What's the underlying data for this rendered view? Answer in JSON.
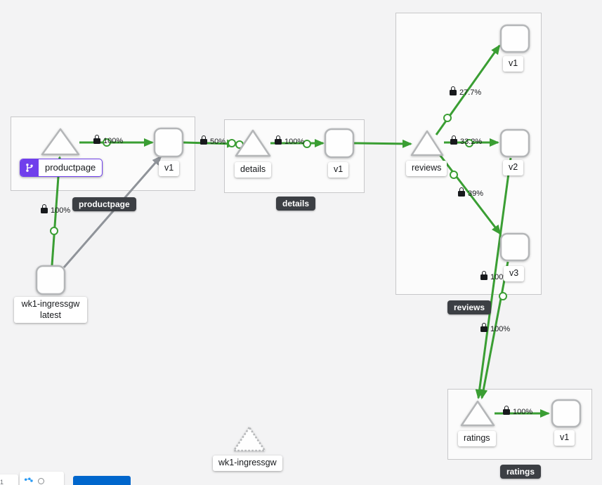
{
  "graph": {
    "groups": [
      {
        "id": "productpage",
        "label": "productpage"
      },
      {
        "id": "details",
        "label": "details"
      },
      {
        "id": "reviews",
        "label": "reviews"
      },
      {
        "id": "ratings",
        "label": "ratings"
      }
    ],
    "nodes": {
      "productpage_service": {
        "label": "productpage",
        "shape": "triangle",
        "badge": "virtual-service"
      },
      "productpage_v1": {
        "label": "v1",
        "shape": "square"
      },
      "details_service": {
        "label": "details",
        "shape": "triangle"
      },
      "details_v1": {
        "label": "v1",
        "shape": "square"
      },
      "reviews_service": {
        "label": "reviews",
        "shape": "triangle"
      },
      "reviews_v1": {
        "label": "v1",
        "shape": "square"
      },
      "reviews_v2": {
        "label": "v2",
        "shape": "square"
      },
      "reviews_v3": {
        "label": "v3",
        "shape": "square"
      },
      "ratings_service": {
        "label": "ratings",
        "shape": "triangle"
      },
      "ratings_v1": {
        "label": "v1",
        "shape": "square"
      },
      "ingress_workload": {
        "line1": "wk1-ingressgw",
        "line2": "latest",
        "shape": "square"
      },
      "idle_service": {
        "label": "wk1-ingressgw",
        "shape": "triangle-dashed"
      }
    },
    "edges": [
      {
        "from": "wk1-ingressgw",
        "to": "productpage",
        "label": "100%",
        "secure": true,
        "color": "green"
      },
      {
        "from": "productpage",
        "to": "productpage v1",
        "label": "100%",
        "secure": true,
        "color": "green"
      },
      {
        "from": "productpage v1",
        "to": "details",
        "label": "50%",
        "secure": true,
        "color": "green"
      },
      {
        "from": "details",
        "to": "details v1",
        "label": "100%",
        "secure": true,
        "color": "green"
      },
      {
        "from": "reviews",
        "to": "reviews v1",
        "label": "27.7%",
        "secure": true,
        "color": "green"
      },
      {
        "from": "reviews",
        "to": "reviews v2",
        "label": "33.2%",
        "secure": true,
        "color": "green"
      },
      {
        "from": "reviews",
        "to": "reviews v3",
        "label": "39%",
        "secure": true,
        "color": "green"
      },
      {
        "from": "reviews v2",
        "to": "ratings",
        "label": "100%",
        "secure": true,
        "color": "green"
      },
      {
        "from": "reviews v3",
        "to": "ratings",
        "label": "100%",
        "secure": true,
        "color": "green"
      },
      {
        "from": "ratings",
        "to": "ratings v1",
        "label": "100%",
        "secure": true,
        "color": "green"
      },
      {
        "from": "wk1-ingressgw",
        "to": "productpage v1",
        "label": "",
        "secure": false,
        "color": "gray"
      }
    ],
    "colors": {
      "edge_green": "#3a9e33",
      "edge_gray": "#8f9399",
      "badge_purple": "#703fec",
      "group_label_bg": "#3c3f44",
      "button_blue": "#0066cc",
      "box_border": "#c7c7c9",
      "background": "#f3f3f4"
    },
    "toolbar": {
      "page_indicator": "1"
    }
  }
}
